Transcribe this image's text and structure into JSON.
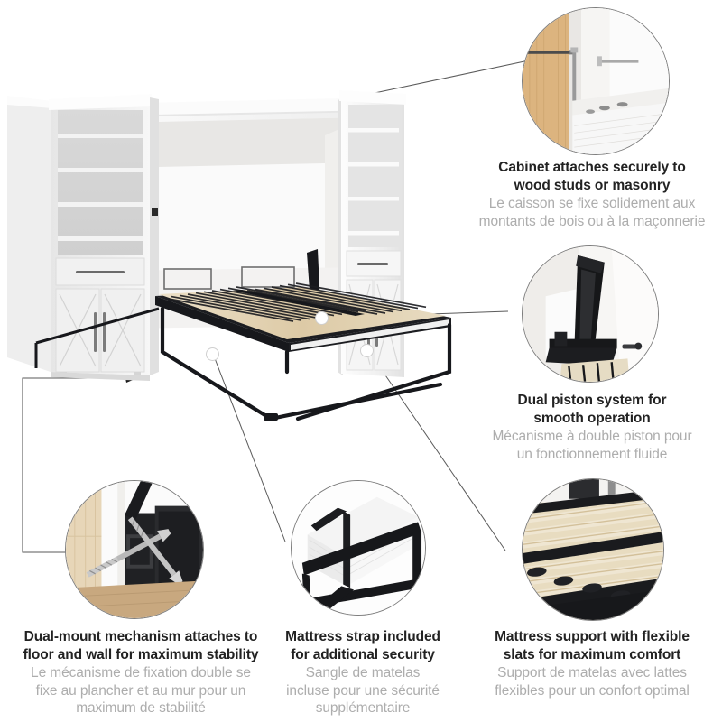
{
  "page": {
    "title": "Murphy bed with storage cabinets feature highlights",
    "background": "#ffffff",
    "text_color_en": "#222222",
    "text_color_fr": "#adadad",
    "line_color": "#5a5a5a"
  },
  "features": [
    {
      "id": "cabinet-attach",
      "image_name": "wall-bracket-wood-stud-photo",
      "image_alt": "Metal bracket screwed through cabinet side into wood stud behind drywall",
      "en_line1": "Cabinet attaches securely to",
      "en_line2": "wood studs or masonry",
      "fr_line1": "Le caisson se fixe solidement aux",
      "fr_line2": "montants de bois ou à la maçonnerie"
    },
    {
      "id": "dual-piston",
      "image_name": "dual-piston-mechanism-photo",
      "image_alt": "Black dual piston arm mounted inside the bed cabinet",
      "en_line1": "Dual piston system for",
      "en_line2": "smooth operation",
      "fr_line1": "Mécanisme à double piston pour",
      "fr_line2": "un fonctionnement fluide"
    },
    {
      "id": "dual-mount",
      "image_name": "dual-mount-floor-wall-screws-photo",
      "image_alt": "Two long screws fixing black bracket to floor and wall",
      "en_line1": "Dual-mount mechanism attaches to",
      "en_line2": "floor and wall for maximum stability",
      "fr_line1": "Le mécanisme de fixation double se",
      "fr_line2": "fixe au plancher et au mur pour un",
      "fr_line3": "maximum de stabilité"
    },
    {
      "id": "mattress-strap",
      "image_name": "mattress-strap-photo",
      "image_alt": "Black strap wrapped around white mattress on black bed frame",
      "en_line1": "Mattress strap included",
      "en_line2": "for additional security",
      "fr_line1": "Sangle de matelas",
      "fr_line2": "incluse pour une sécurité",
      "fr_line3": "supplémentaire"
    },
    {
      "id": "flexible-slats",
      "image_name": "flexible-wood-slats-photo",
      "image_alt": "Light wood flexible slats resting on black metal crossbars",
      "en_line1": "Mattress support with flexible",
      "en_line2": "slats for maximum comfort",
      "fr_line1": "Support de matelas avec lattes",
      "fr_line2": "flexibles pour un confort optimal"
    }
  ],
  "hero": {
    "name": "murphy-bed-with-storage-cabinets",
    "alt": "Open queen Murphy bed flanked by two white storage cabinets with shelves, drawer and X-pattern doors"
  },
  "colors": {
    "cabinet_white": "#f4f4f4",
    "cabinet_shadow": "#d8d8d8",
    "cabinet_edge": "#e9e9e9",
    "slat_wood": "#e3d3b4",
    "frame_black": "#15161a",
    "wall_grey": "#eceae8",
    "wood_stud": "#d6ab76",
    "mattress_white": "#f2f2f2",
    "floor_wood": "#c6a882"
  }
}
